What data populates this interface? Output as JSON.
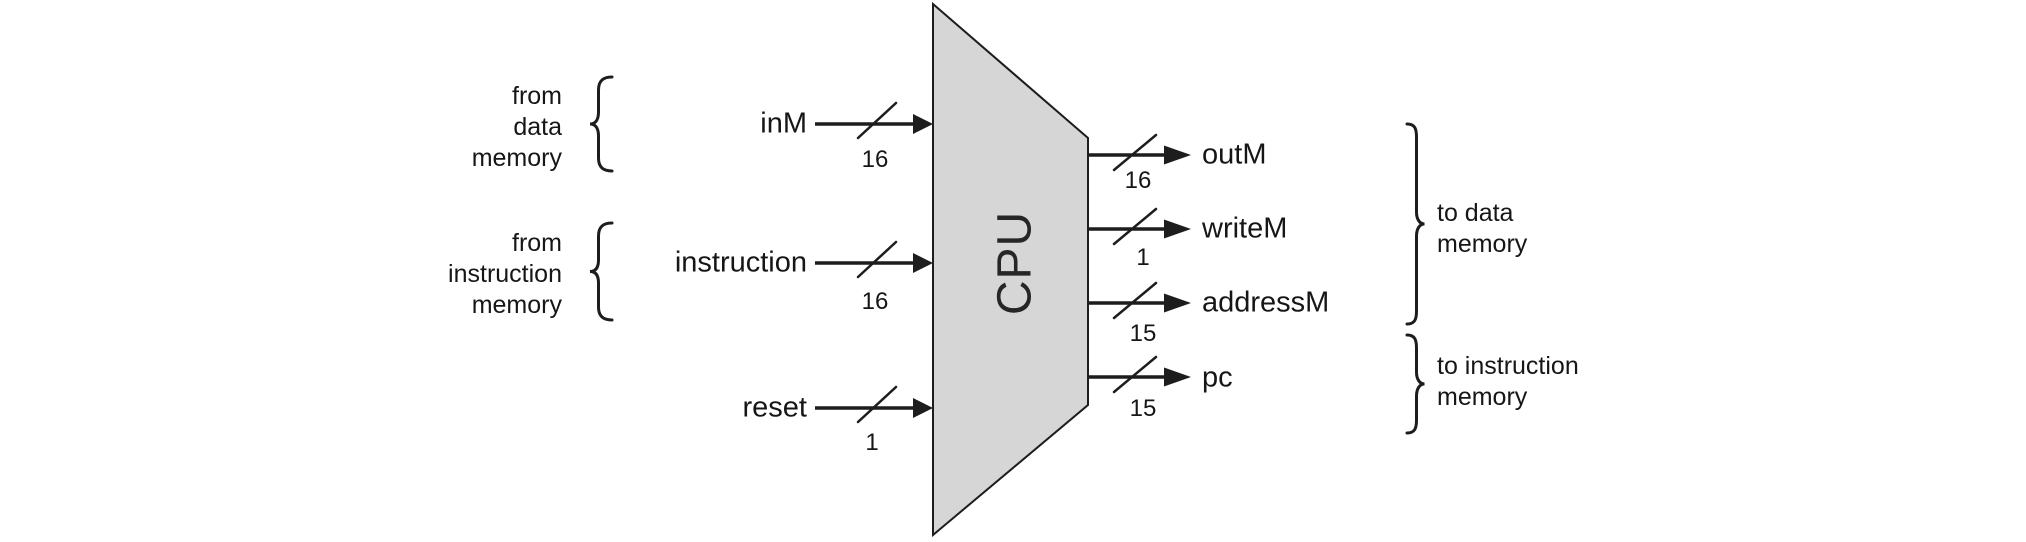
{
  "diagram": {
    "chip_label": "CPU",
    "colors": {
      "chip_fill": "#d6d6d6",
      "ink": "#1d1d1d",
      "background": "#ffffff"
    },
    "inputs": [
      {
        "name": "inM",
        "width": "16"
      },
      {
        "name": "instruction",
        "width": "16"
      },
      {
        "name": "reset",
        "width": "1"
      }
    ],
    "outputs": [
      {
        "name": "outM",
        "width": "16"
      },
      {
        "name": "writeM",
        "width": "1"
      },
      {
        "name": "addressM",
        "width": "15"
      },
      {
        "name": "pc",
        "width": "15"
      }
    ],
    "annotations": {
      "from_data": "from\ndata\nmemory",
      "from_instruction": "from\ninstruction\nmemory",
      "to_data": "to data\nmemory",
      "to_instruction": "to instruction\nmemory"
    }
  }
}
